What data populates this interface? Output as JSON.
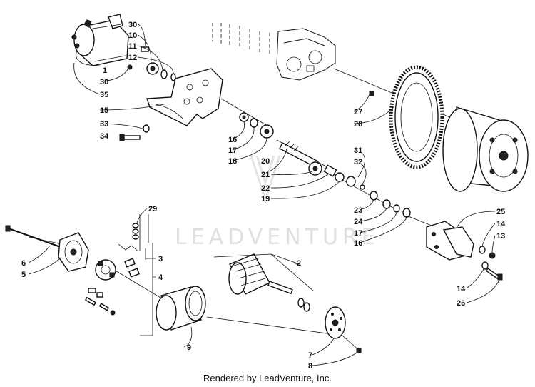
{
  "diagram": {
    "watermark_text": "LEADVENTURE",
    "footer": "Rendered by LeadVenture, Inc.",
    "callouts": [
      {
        "id": "c30a",
        "label": "30"
      },
      {
        "id": "c10",
        "label": "10"
      },
      {
        "id": "c11",
        "label": "11"
      },
      {
        "id": "c12",
        "label": "12"
      },
      {
        "id": "c1",
        "label": "1"
      },
      {
        "id": "c30b",
        "label": "30"
      },
      {
        "id": "c35",
        "label": "35"
      },
      {
        "id": "c15",
        "label": "15"
      },
      {
        "id": "c33",
        "label": "33"
      },
      {
        "id": "c34",
        "label": "34"
      },
      {
        "id": "c27",
        "label": "27"
      },
      {
        "id": "c28",
        "label": "28"
      },
      {
        "id": "c16a",
        "label": "16"
      },
      {
        "id": "c17a",
        "label": "17"
      },
      {
        "id": "c18",
        "label": "18"
      },
      {
        "id": "c20",
        "label": "20"
      },
      {
        "id": "c31",
        "label": "31"
      },
      {
        "id": "c32",
        "label": "32"
      },
      {
        "id": "c21",
        "label": "21"
      },
      {
        "id": "c22",
        "label": "22"
      },
      {
        "id": "c19",
        "label": "19"
      },
      {
        "id": "c23",
        "label": "23"
      },
      {
        "id": "c24",
        "label": "24"
      },
      {
        "id": "c17b",
        "label": "17"
      },
      {
        "id": "c16b",
        "label": "16"
      },
      {
        "id": "c25",
        "label": "25"
      },
      {
        "id": "c14a",
        "label": "14"
      },
      {
        "id": "c13",
        "label": "13"
      },
      {
        "id": "c14b",
        "label": "14"
      },
      {
        "id": "c26",
        "label": "26"
      },
      {
        "id": "c29",
        "label": "29"
      },
      {
        "id": "c6",
        "label": "6"
      },
      {
        "id": "c5",
        "label": "5"
      },
      {
        "id": "c3",
        "label": "3"
      },
      {
        "id": "c4",
        "label": "4"
      },
      {
        "id": "c2",
        "label": "2"
      },
      {
        "id": "c9",
        "label": "9"
      },
      {
        "id": "c7",
        "label": "7"
      },
      {
        "id": "c8",
        "label": "8"
      }
    ]
  }
}
